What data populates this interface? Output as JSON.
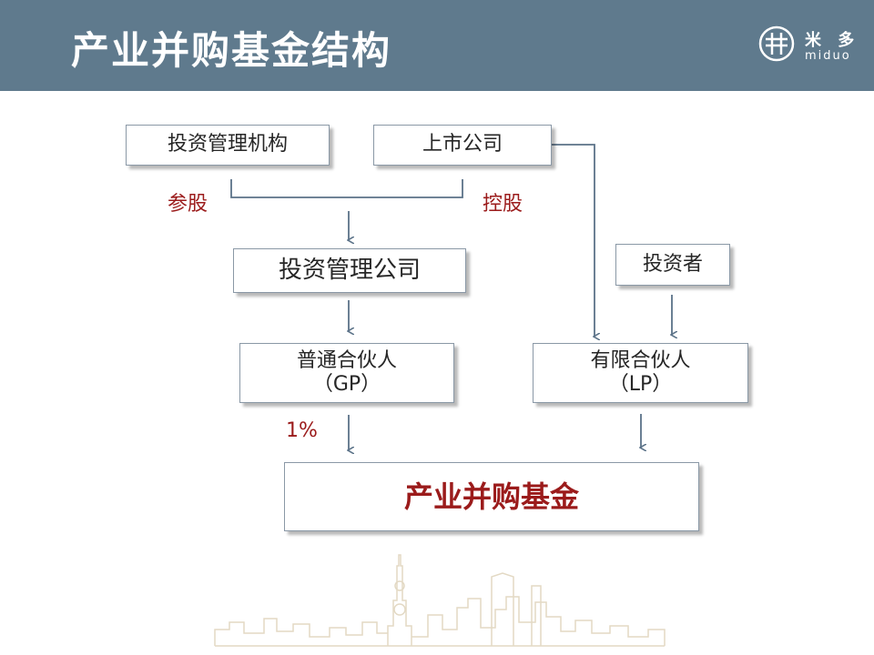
{
  "title": "产业并购基金结构",
  "logo": {
    "cn": "米 多",
    "en": "miduo",
    "mark": "miduo-logo-icon"
  },
  "nodes": {
    "investment_mgmt_org": "投资管理机构",
    "listed_company": "上市公司",
    "investment_mgmt_company": "投资管理公司",
    "investor": "投资者",
    "gp": {
      "line1": "普通合伙人",
      "line2": "（GP）"
    },
    "lp": {
      "line1": "有限合伙人",
      "line2": "（LP）"
    },
    "fund": "产业并购基金"
  },
  "edge_labels": {
    "equity_participation": "参股",
    "controlling_stake": "控股",
    "gp_share": "1%"
  },
  "colors": {
    "header": "#5f7a8d",
    "box_border": "#8a98a6",
    "arrow": "#5b7288",
    "accent_red": "#9b1b1b",
    "skyline": "#e3d9c4"
  },
  "decoration": "city-skyline-watermark"
}
